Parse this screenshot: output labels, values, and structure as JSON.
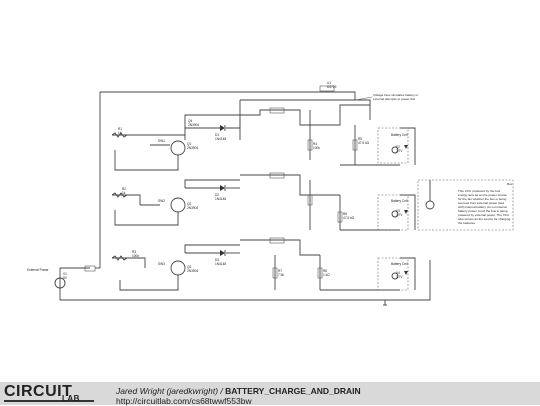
{
  "schematic": {
    "note_top": [
      "Voltage here simulates battery or",
      "external attempts to power this"
    ],
    "note_right": [
      "Box",
      "This VCC produced by the bus",
      "energy acts as an the power source",
      "for the fan whether the bus is being",
      "sourced from external power (tied",
      "with) internal battery. As Lsi internal",
      "battery power, but if the bus is being",
      "powered by external power, The VCC",
      "also serves as the source for charging",
      "the batteries."
    ],
    "external_power_label": "External Power",
    "battery_label": "Battery Cell",
    "components": {
      "U1": [
        "U1",
        "D4729"
      ],
      "D1": [
        "D1",
        "1N4148"
      ],
      "D2": [
        "D2",
        "1N4148"
      ],
      "D3": [
        "D3",
        "1N4148"
      ],
      "Q1": [
        "Q1",
        "2N3904"
      ],
      "Q2": [
        "Q2",
        "2N3904"
      ],
      "Q3": [
        "Q3",
        "2N3904"
      ],
      "Q4": [
        "Q4",
        "2N3904"
      ],
      "R1": [
        "R1",
        "1k"
      ],
      "R2": [
        "R2",
        "1k"
      ],
      "R3": [
        "R3",
        "100k"
      ],
      "R4": [
        "R4",
        "100k"
      ],
      "R5": [
        "R5",
        "47.5 kΩ"
      ],
      "R6": [
        "R6",
        "47.5 kΩ"
      ],
      "R7": [
        "R7",
        "7.5k"
      ],
      "R8": [
        "R8",
        "1 kΩ"
      ],
      "V1": [
        "V1",
        "5V"
      ],
      "V2": [
        "V2",
        "3.7V"
      ],
      "V3": [
        "V3",
        "3.7V"
      ],
      "V4": [
        "V4",
        "3.7V"
      ],
      "SW": [
        "SW1",
        "SW2",
        "SW3"
      ]
    }
  },
  "footer": {
    "logo_top": "CIRCUIT",
    "logo_bottom": "LAB",
    "author": "Jared Wright (jaredkwright)",
    "separator": " / ",
    "title": "BATTERY_CHARGE_AND_DRAIN",
    "url": "http://circuitlab.com/cs68twwf553bw"
  }
}
